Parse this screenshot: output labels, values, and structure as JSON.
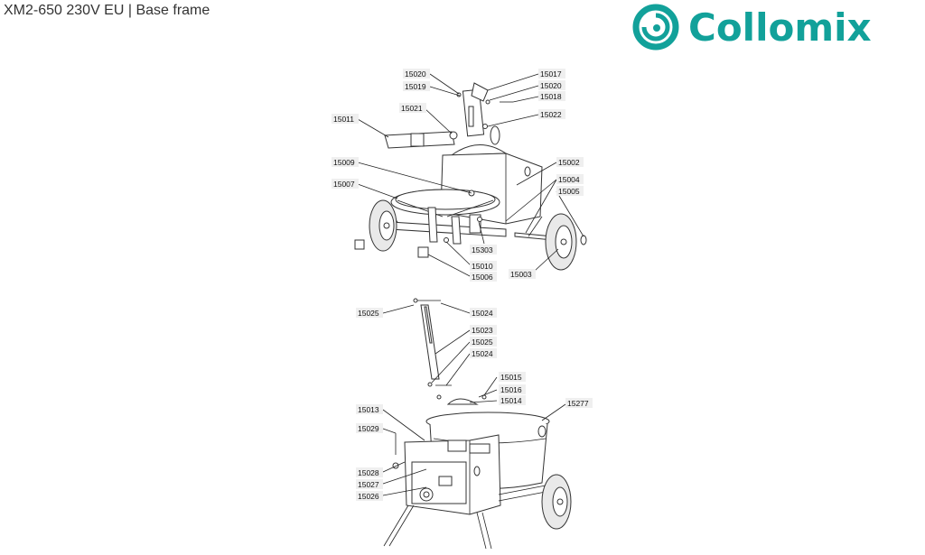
{
  "header": {
    "title": "XM2-650 230V EU | Base frame"
  },
  "brand": {
    "name": "Collomix",
    "color": "#12a19a",
    "logo_icon": "collomix-swirl-icon"
  },
  "upper_assembly": {
    "parts": [
      "15020",
      "15019",
      "15017",
      "15020",
      "15018",
      "15021",
      "15022",
      "15011",
      "15009",
      "15002",
      "15004",
      "15005",
      "15007",
      "15303",
      "15010",
      "15006",
      "15003"
    ]
  },
  "lower_assembly": {
    "parts": [
      "15025",
      "15024",
      "15023",
      "15025",
      "15024",
      "15015",
      "15016",
      "15014",
      "15277",
      "15013",
      "15029",
      "15028",
      "15027",
      "15026"
    ]
  }
}
